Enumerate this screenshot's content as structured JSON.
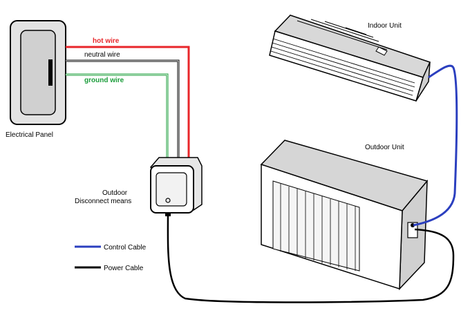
{
  "labels": {
    "hot_wire": "hot wire",
    "neutral_wire": "neutral wire",
    "ground_wire": "ground wire",
    "electrical_panel": "Electrical Panel",
    "indoor_unit": "Indoor Unit",
    "outdoor_unit": "Outdoor Unit",
    "disconnect_line1": "Outdoor",
    "disconnect_line2": "Disconnect means"
  },
  "legend": {
    "control_cable": "Control Cable",
    "power_cable": "Power Cable"
  },
  "colors": {
    "hot": "#e8262a",
    "neutral": "#000000",
    "ground": "#1a9c3a",
    "control": "#2b3fbf",
    "power": "#000000",
    "panel_fill": "#e3e3e3"
  }
}
